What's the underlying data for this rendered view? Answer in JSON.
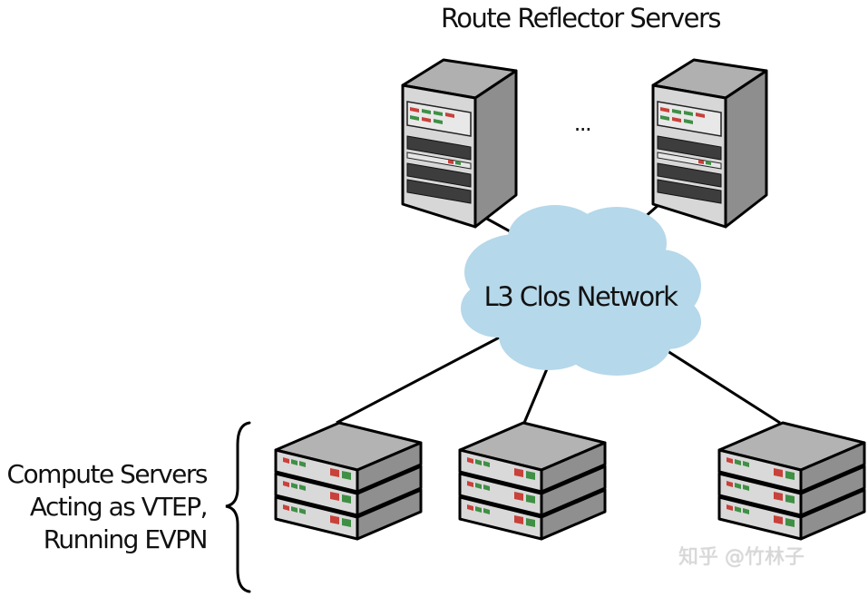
{
  "diagram": {
    "title": "Route Reflector Servers",
    "ellipsis": "...",
    "cloud_label": "L3 Clos Network",
    "compute_label_lines": [
      "Compute Servers",
      "Acting as VTEP,",
      "Running EVPN"
    ],
    "watermark": "知乎 @竹林子",
    "nodes": [
      {
        "id": "rr-1",
        "kind": "tower-server",
        "group": "Route Reflector Servers"
      },
      {
        "id": "rr-2",
        "kind": "tower-server",
        "group": "Route Reflector Servers"
      },
      {
        "id": "network",
        "kind": "cloud",
        "label": "L3 Clos Network"
      },
      {
        "id": "compute-1",
        "kind": "rack-server-stack",
        "units": 3
      },
      {
        "id": "compute-2",
        "kind": "rack-server-stack",
        "units": 3
      },
      {
        "id": "compute-3",
        "kind": "rack-server-stack",
        "units": 3
      }
    ],
    "edges": [
      {
        "from": "rr-1",
        "to": "network"
      },
      {
        "from": "rr-2",
        "to": "network"
      },
      {
        "from": "network",
        "to": "compute-1"
      },
      {
        "from": "network",
        "to": "compute-2"
      },
      {
        "from": "network",
        "to": "compute-3"
      }
    ],
    "colors": {
      "cloud_fill": "#b5d8ea",
      "cloud_edge": "#a2cde3",
      "server_top": "#b3b3b3",
      "server_front": "#d9d9d9",
      "server_side": "#8f8f8f",
      "server_dark": "#3d3d3d",
      "led_red": "#c8413a",
      "led_green": "#3f8f45",
      "line": "#000000"
    }
  }
}
